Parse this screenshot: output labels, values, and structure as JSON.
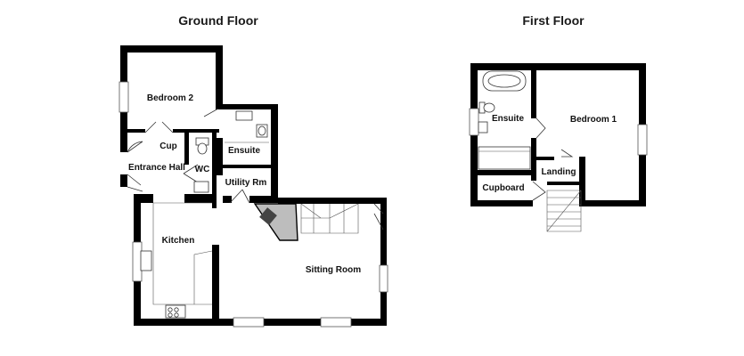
{
  "floors": {
    "ground": {
      "title": "Ground Floor",
      "rooms": {
        "bedroom2": "Bedroom 2",
        "cup": "Cup",
        "entrance_hall": "Entrance Hall",
        "wc": "WC",
        "ensuite": "Ensuite",
        "utility": "Utility Rm",
        "kitchen": "Kitchen",
        "sitting": "Sitting Room"
      }
    },
    "first": {
      "title": "First Floor",
      "rooms": {
        "ensuite": "Ensuite",
        "bedroom1": "Bedroom 1",
        "landing": "Landing",
        "cupboard": "Cupboard"
      }
    }
  },
  "colors": {
    "wall": "#000000",
    "fireplace": "#bdbdbd",
    "fixture_line": "#333333"
  }
}
